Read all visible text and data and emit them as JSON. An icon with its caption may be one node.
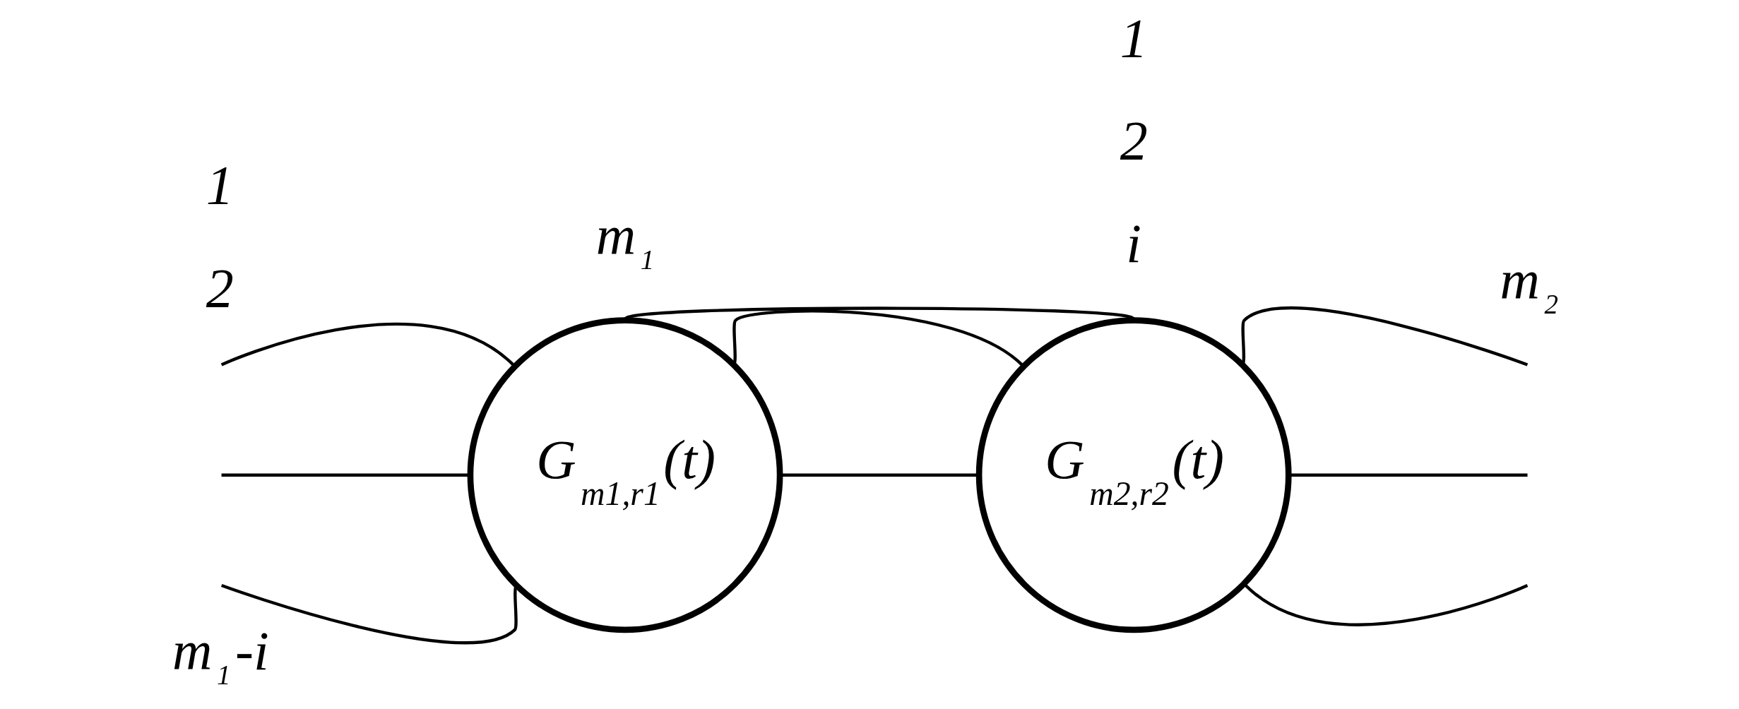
{
  "diagram": {
    "nodes": [
      {
        "text": [
          "G$_{m1,r1}$(t)"
        ]
      },
      {
        "text": [
          "G$_{m2,r2}$(t)"
        ]
      }
    ],
    "edges": [
      {
        "from": 0,
        "to": null,
        "arrow": "none"
      },
      {
        "from": 0,
        "to": null,
        "arrow": "none"
      },
      {
        "from": 0,
        "to": null,
        "arrow": "none"
      },
      {
        "from": 0,
        "to": 1,
        "arrow": "none"
      },
      {
        "from": 0,
        "to": 1,
        "arrow": "none"
      },
      {
        "from": 0,
        "to": 1,
        "arrow": "none"
      },
      {
        "from": 1,
        "to": null,
        "arrow": "none"
      },
      {
        "from": 1,
        "to": null,
        "arrow": "none"
      },
      {
        "from": 1,
        "to": null,
        "arrow": "none"
      }
    ],
    "labels": [
      "m$_{1}$-i",
      "i",
      "2",
      "2",
      "m$_{1}$",
      "1",
      "1",
      "m$_{2}$"
    ]
  }
}
